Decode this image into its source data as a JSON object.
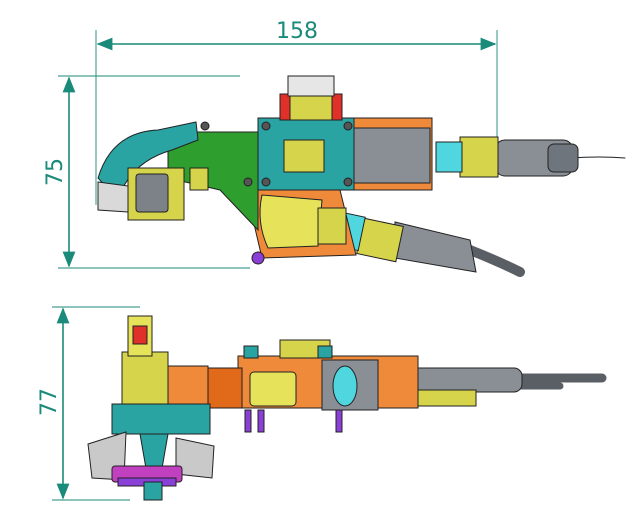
{
  "header": {
    "clipped_text": ""
  },
  "dimensions": {
    "width_top": "158",
    "height_top": "75",
    "height_side": "77"
  },
  "colors": {
    "dimension": "#1a8a7a",
    "teal": "#2aa3a3",
    "green": "#2e9e2e",
    "yellow": "#d6d44a",
    "orange": "#ef8a3a",
    "gray": "#8a8f96",
    "cable": "#5a5f66",
    "cyan": "#4fd6de",
    "red": "#e0302a",
    "purple": "#8a3fd6",
    "magenta": "#c040c0"
  }
}
